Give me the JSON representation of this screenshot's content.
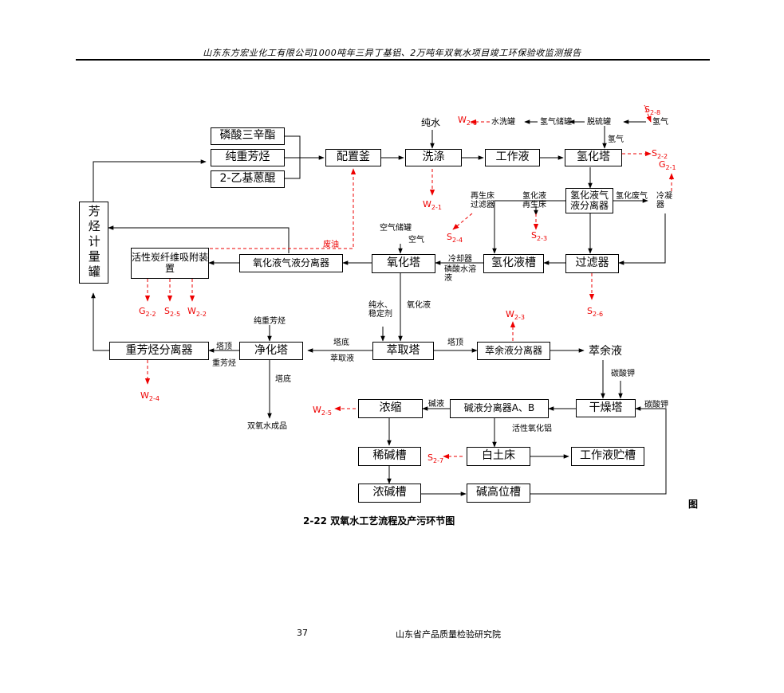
{
  "header": "山东东方宏业化工有限公司1000吨年三异丁基铝、2万吨年双氧水项目竣工环保验收监测报告",
  "footer": {
    "page": "37",
    "org": "山东省产品质量检验研究院"
  },
  "caption": {
    "fig": "图",
    "number": "2-22",
    "title": "双氧水工艺流程及产污环节图"
  },
  "boxes": {
    "phosphate": "磷酸三辛酯",
    "arom": "纯重芳烃",
    "eaq": "2-乙基蒽醌",
    "prep": "配置釜",
    "wash": "洗涤",
    "workliq": "工作液",
    "hydro": "氢化塔",
    "meter": "芳烃计量罐",
    "gls": "氢化液气液分离器",
    "filter": "过滤器",
    "hydtank": "氢化液槽",
    "oxi": "氧化塔",
    "oxgls": "氧化液气液分离器",
    "carbon": "活性炭纤维吸附装置",
    "heavysep": "重芳烃分离器",
    "purify": "净化塔",
    "extract": "萃取塔",
    "raffsep": "萃余液分离器",
    "dry": "干燥塔",
    "alksep": "碱液分离器A、B",
    "concentrate": "浓缩",
    "clay": "白土床",
    "storage": "工作液贮槽",
    "dilute": "稀碱槽",
    "concalk": "浓碱槽",
    "alkhigh": "碱高位槽"
  },
  "labels": {
    "water_wash": "水洗罐",
    "h2_store": "氢气储罐",
    "desulf": "脱硫罐",
    "h2": "氢气",
    "h2b": "氢气",
    "pure_water": "纯水",
    "regen_filter": "再生床过滤器",
    "hyd_regen": "氢化液再生床",
    "hyd_waste": "氢化废气",
    "condenser": "冷凝器",
    "air_tank": "空气储罐",
    "air": "空气",
    "waste_oil": "废油",
    "cooler": "冷却器",
    "phos_water": "磷酸水溶液",
    "pure_water2": "纯水、稳定剂",
    "oxi_liq": "氧化液",
    "pure_arom": "纯重芳烃",
    "top1": "塔顶",
    "heavy_arom": "重芳烃",
    "bottom1": "塔底",
    "extract_liq": "萃取液",
    "top2": "塔顶",
    "raffinate": "萃余液",
    "potash1": "碳酸钾",
    "potash2": "碳酸钾",
    "bottom2": "塔底",
    "product": "双氧水成品",
    "alk_liq": "碱液",
    "alumina": "活性氧化铝"
  },
  "codes": {
    "w26": {
      "base": "W",
      "sub": "2-6"
    },
    "s28": {
      "base": "S",
      "sub": "2-8"
    },
    "s22": {
      "base": "S",
      "sub": "2-2"
    },
    "g21": {
      "base": "G",
      "sub": "2-1"
    },
    "w21": {
      "base": "W",
      "sub": "2-1"
    },
    "s24": {
      "base": "S",
      "sub": "2-4"
    },
    "s23": {
      "base": "S",
      "sub": "2-3"
    },
    "g22": {
      "base": "G",
      "sub": "2-2"
    },
    "s25": {
      "base": "S",
      "sub": "2-5"
    },
    "w22": {
      "base": "W",
      "sub": "2-2"
    },
    "s26": {
      "base": "S",
      "sub": "2-6"
    },
    "w23": {
      "base": "W",
      "sub": "2-3"
    },
    "w24": {
      "base": "W",
      "sub": "2-4"
    },
    "w25": {
      "base": "W",
      "sub": "2-5"
    },
    "s27": {
      "base": "S",
      "sub": "2-7"
    }
  }
}
